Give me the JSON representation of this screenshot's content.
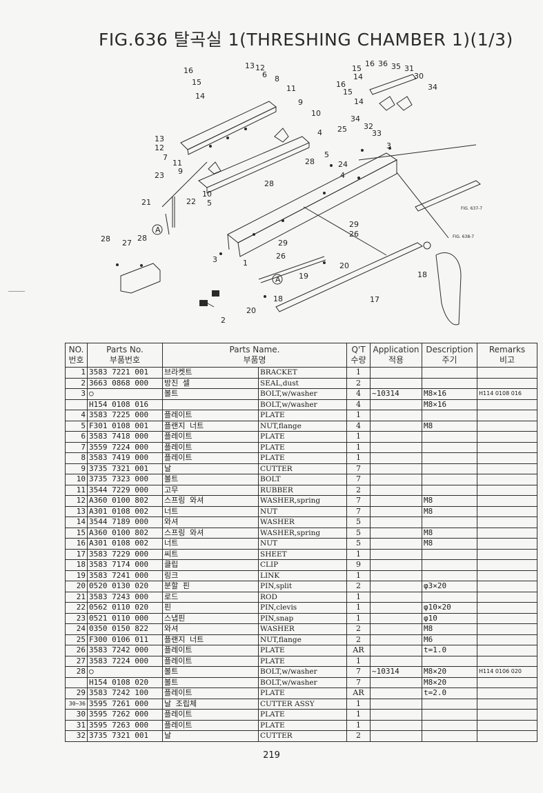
{
  "title": "FIG.636 탈곡실 1(THRESHING CHAMBER 1)(1/3)",
  "diagram": {
    "labels": {
      "n1": "1",
      "n2": "2",
      "n3a": "3",
      "n3b": "3",
      "n4a": "4",
      "n4b": "4",
      "n5a": "5",
      "n5b": "5",
      "n6": "6",
      "n7": "7",
      "n8": "8",
      "n9a": "9",
      "n9b": "9",
      "n10a": "10",
      "n10b": "10",
      "n11a": "11",
      "n11b": "11",
      "n12a": "12",
      "n12b": "12",
      "n13a": "13",
      "n13b": "13",
      "n14a": "14",
      "n14b": "14",
      "n14c": "14",
      "n15a": "15",
      "n15b": "15",
      "n15c": "15",
      "n16a": "16",
      "n16b": "16",
      "n16c": "16",
      "n17": "17",
      "n18a": "18",
      "n18b": "18",
      "n19": "19",
      "n20a": "20",
      "n20b": "20",
      "n21": "21",
      "n22": "22",
      "n23": "23",
      "n24": "24",
      "n25": "25",
      "n26a": "26",
      "n26b": "26",
      "n27": "27",
      "n28a": "28",
      "n28b": "28",
      "n28c": "28",
      "n28d": "28",
      "n29a": "29",
      "n29b": "29",
      "n30": "30",
      "n31": "31",
      "n32": "32",
      "n33": "33",
      "n34a": "34",
      "n34b": "34",
      "n35": "35",
      "n36": "36",
      "refA1": "A",
      "refA2": "A",
      "fig637": "FIG. 637-7",
      "fig638": "FIG. 638-7"
    }
  },
  "table": {
    "headers": {
      "no": "NO.",
      "no_ko": "번호",
      "parts_no": "Parts No.",
      "parts_no_ko": "부품번호",
      "parts_name": "Parts Name.",
      "parts_name_ko": "부품명",
      "qty": "Q'T",
      "qty_ko": "수량",
      "application": "Application",
      "application_ko": "적용",
      "description": "Description",
      "description_ko": "주기",
      "remarks": "Remarks",
      "remarks_ko": "비고"
    },
    "rows": [
      {
        "no": "1",
        "part": "3583 7221 001",
        "ko": "브라켓트",
        "en": "BRACKET",
        "qty": "1",
        "app": "",
        "desc": "",
        "rem": ""
      },
      {
        "no": "2",
        "part": "3663 0868 000",
        "ko": "방진 셀",
        "en": "SEAL,dust",
        "qty": "2",
        "app": "",
        "desc": "",
        "rem": ""
      },
      {
        "no": "3",
        "part": "○",
        "ko": "볼트",
        "en": "BOLT,w/washer",
        "qty": "4",
        "app": "~10314",
        "desc": "M8×16",
        "rem": "H114 0108 016"
      },
      {
        "no": "",
        "part": "H154 0108 016",
        "ko": "",
        "en": "BOLT,w/washer",
        "qty": "4",
        "app": "",
        "desc": "M8×16",
        "rem": ""
      },
      {
        "no": "4",
        "part": "3583 7225 000",
        "ko": "플레이트",
        "en": "PLATE",
        "qty": "1",
        "app": "",
        "desc": "",
        "rem": ""
      },
      {
        "no": "5",
        "part": "F301 0108 001",
        "ko": "플랜지 너트",
        "en": "NUT,flange",
        "qty": "4",
        "app": "",
        "desc": "M8",
        "rem": ""
      },
      {
        "no": "6",
        "part": "3583 7418 000",
        "ko": "플레이트",
        "en": "PLATE",
        "qty": "1",
        "app": "",
        "desc": "",
        "rem": ""
      },
      {
        "no": "7",
        "part": "3559 7224 000",
        "ko": "플레이트",
        "en": "PLATE",
        "qty": "1",
        "app": "",
        "desc": "",
        "rem": ""
      },
      {
        "no": "8",
        "part": "3583 7419 000",
        "ko": "플레이트",
        "en": "PLATE",
        "qty": "1",
        "app": "",
        "desc": "",
        "rem": ""
      },
      {
        "no": "9",
        "part": "3735 7321 001",
        "ko": "날",
        "en": "CUTTER",
        "qty": "7",
        "app": "",
        "desc": "",
        "rem": ""
      },
      {
        "no": "10",
        "part": "3735 7323 000",
        "ko": "볼트",
        "en": "BOLT",
        "qty": "7",
        "app": "",
        "desc": "",
        "rem": ""
      },
      {
        "no": "11",
        "part": "3544 7229 000",
        "ko": "고무",
        "en": "RUBBER",
        "qty": "2",
        "app": "",
        "desc": "",
        "rem": ""
      },
      {
        "no": "12",
        "part": "A360 0100 802",
        "ko": "스프링 와셔",
        "en": "WASHER,spring",
        "qty": "7",
        "app": "",
        "desc": "M8",
        "rem": ""
      },
      {
        "no": "13",
        "part": "A301 0108 002",
        "ko": "너트",
        "en": "NUT",
        "qty": "7",
        "app": "",
        "desc": "M8",
        "rem": ""
      },
      {
        "no": "14",
        "part": "3544 7189 000",
        "ko": "와셔",
        "en": "WASHER",
        "qty": "5",
        "app": "",
        "desc": "",
        "rem": ""
      },
      {
        "no": "15",
        "part": "A360 0100 802",
        "ko": "스프링 와셔",
        "en": "WASHER,spring",
        "qty": "5",
        "app": "",
        "desc": "M8",
        "rem": ""
      },
      {
        "no": "16",
        "part": "A301 0108 002",
        "ko": "너트",
        "en": "NUT",
        "qty": "5",
        "app": "",
        "desc": "M8",
        "rem": ""
      },
      {
        "no": "17",
        "part": "3583 7229 000",
        "ko": "씨트",
        "en": "SHEET",
        "qty": "1",
        "app": "",
        "desc": "",
        "rem": ""
      },
      {
        "no": "18",
        "part": "3583 7174 000",
        "ko": "클립",
        "en": "CLIP",
        "qty": "9",
        "app": "",
        "desc": "",
        "rem": ""
      },
      {
        "no": "19",
        "part": "3583 7241 000",
        "ko": "링크",
        "en": "LINK",
        "qty": "1",
        "app": "",
        "desc": "",
        "rem": ""
      },
      {
        "no": "20",
        "part": "0520 0130 020",
        "ko": "분할 핀",
        "en": "PIN,split",
        "qty": "2",
        "app": "",
        "desc": "φ3×20",
        "rem": ""
      },
      {
        "no": "21",
        "part": "3583 7243 000",
        "ko": "로드",
        "en": "ROD",
        "qty": "1",
        "app": "",
        "desc": "",
        "rem": ""
      },
      {
        "no": "22",
        "part": "0562 0110 020",
        "ko": "핀",
        "en": "PIN,clevis",
        "qty": "1",
        "app": "",
        "desc": "φ10×20",
        "rem": ""
      },
      {
        "no": "23",
        "part": "0521 0110 000",
        "ko": "스냅핀",
        "en": "PIN,snap",
        "qty": "1",
        "app": "",
        "desc": "φ10",
        "rem": ""
      },
      {
        "no": "24",
        "part": "0350 0150 822",
        "ko": "와셔",
        "en": "WASHER",
        "qty": "2",
        "app": "",
        "desc": "M8",
        "rem": ""
      },
      {
        "no": "25",
        "part": "F300 0106 011",
        "ko": "플랜지 너트",
        "en": "NUT,flange",
        "qty": "2",
        "app": "",
        "desc": "M6",
        "rem": ""
      },
      {
        "no": "26",
        "part": "3583 7242 000",
        "ko": "플레이트",
        "en": "PLATE",
        "qty": "AR",
        "app": "",
        "desc": "t=1.0",
        "rem": ""
      },
      {
        "no": "27",
        "part": "3583 7224 000",
        "ko": "플레이트",
        "en": "PLATE",
        "qty": "1",
        "app": "",
        "desc": "",
        "rem": ""
      },
      {
        "no": "28",
        "part": "○",
        "ko": "볼트",
        "en": "BOLT,w/washer",
        "qty": "7",
        "app": "~10314",
        "desc": "M8×20",
        "rem": "H114 0106 020"
      },
      {
        "no": "",
        "part": "H154 0108 020",
        "ko": "볼트",
        "en": "BOLT,w/washer",
        "qty": "7",
        "app": "",
        "desc": "M8×20",
        "rem": ""
      },
      {
        "no": "29",
        "part": "3583 7242 100",
        "ko": "플레이트",
        "en": "PLATE",
        "qty": "AR",
        "app": "",
        "desc": "t=2.0",
        "rem": ""
      },
      {
        "no": "30~36",
        "part": "3595 7261 000",
        "ko": "날 조립체",
        "en": "CUTTER ASSY",
        "qty": "1",
        "app": "",
        "desc": "",
        "rem": ""
      },
      {
        "no": "30",
        "part": "3595 7262 000",
        "ko": "플레이트",
        "en": "PLATE",
        "qty": "1",
        "app": "",
        "desc": "",
        "rem": ""
      },
      {
        "no": "31",
        "part": "3595 7263 000",
        "ko": "플레이트",
        "en": "PLATE",
        "qty": "1",
        "app": "",
        "desc": "",
        "rem": ""
      },
      {
        "no": "32",
        "part": "3735 7321 001",
        "ko": "날",
        "en": "CUTTER",
        "qty": "2",
        "app": "",
        "desc": "",
        "rem": ""
      }
    ]
  },
  "page_number": "219"
}
